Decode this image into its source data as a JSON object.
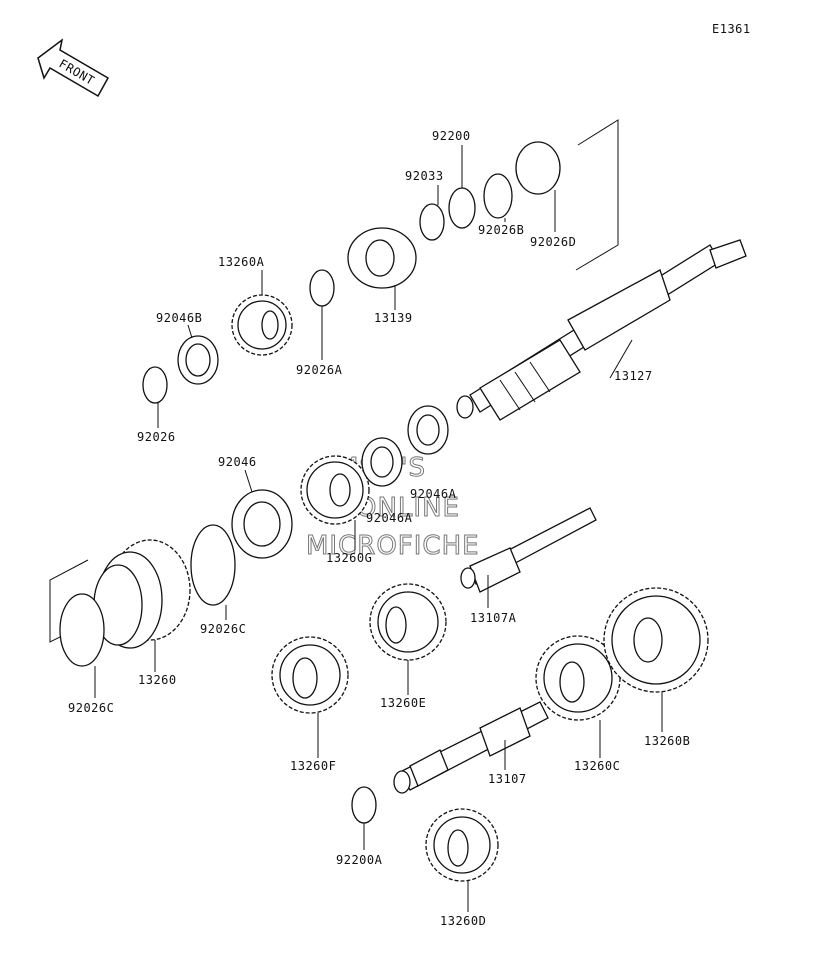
{
  "diagram_code": "E1361",
  "front_label": "FRONT",
  "watermark": [
    "MSM'S",
    "ONLINE",
    "MICROFICHE"
  ],
  "parts": {
    "p92200": "92200",
    "p92033": "92033",
    "p92026D": "92026D",
    "p92026B": "92026B",
    "p13260A": "13260A",
    "p13139": "13139",
    "p92046B": "92046B",
    "p92026A": "92026A",
    "p13127": "13127",
    "p92026": "92026",
    "p92046": "92046",
    "p92046A_1": "92046A",
    "p92046A_2": "92046A",
    "p13260G": "13260G",
    "p13107A": "13107A",
    "p13260": "13260",
    "p92026C_1": "92026C",
    "p92026C_2": "92026C",
    "p13260E": "13260E",
    "p13260F": "13260F",
    "p13260B": "13260B",
    "p13260C": "13260C",
    "p13107": "13107",
    "p92200A": "92200A",
    "p13260D": "13260D"
  }
}
